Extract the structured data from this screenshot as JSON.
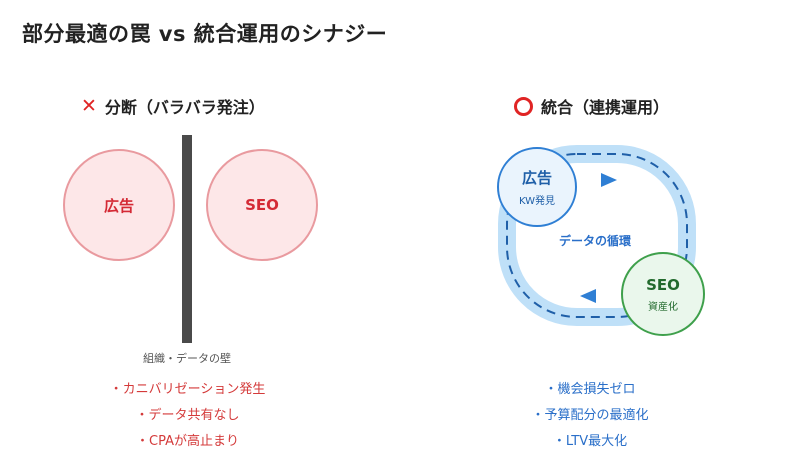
{
  "title": "部分最適の罠 vs 統合運用のシナジー",
  "left": {
    "heading": "分断（バラバラ発注）",
    "circle_a": "広告",
    "circle_b": "SEO",
    "wall_label": "組織・データの壁",
    "bullets": [
      "・カニバリゼーション発生",
      "・データ共有なし",
      "・CPAが高止まり"
    ]
  },
  "right": {
    "heading": "統合（連携運用）",
    "node_ad": {
      "label": "広告",
      "sub": "KW発見"
    },
    "node_seo": {
      "label": "SEO",
      "sub": "資産化"
    },
    "cycle_label": "データの循環",
    "bullets": [
      "・機会損失ゼロ",
      "・予算配分の最適化",
      "・LTV最大化"
    ]
  },
  "colors": {
    "bad": "#e02424",
    "ad_blue": "#2f7fd4",
    "seo_green": "#3fa04c",
    "ring": "#bfe0f8"
  },
  "icons": {
    "bad": "cross-icon",
    "good": "circle-icon"
  }
}
